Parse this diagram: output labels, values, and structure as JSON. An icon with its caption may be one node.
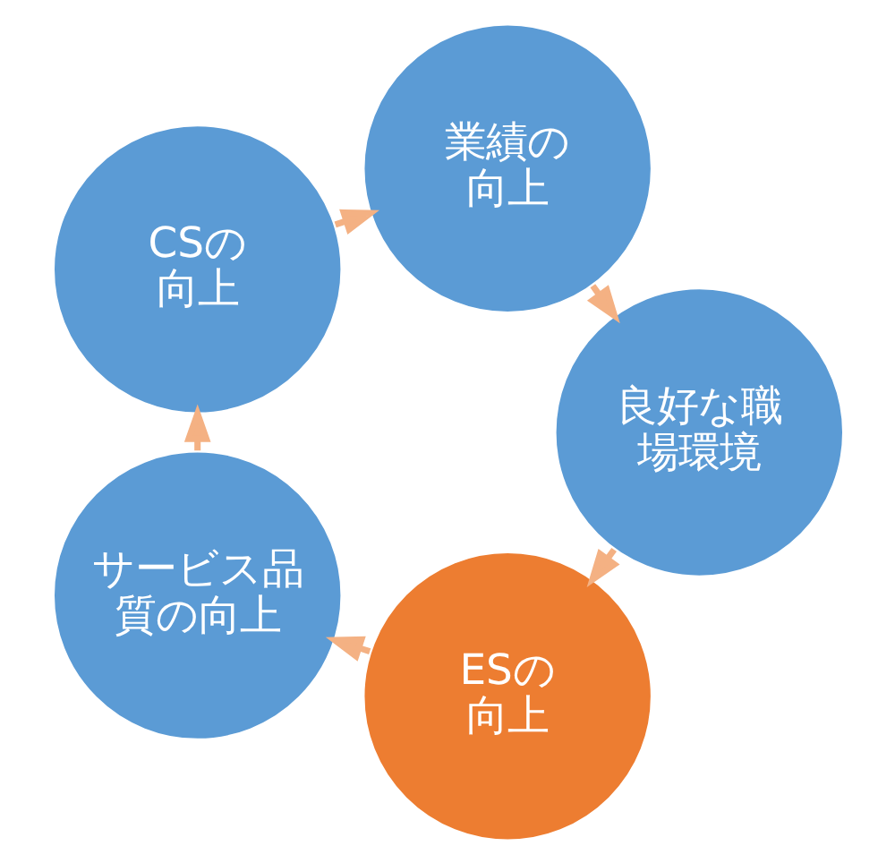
{
  "diagram": {
    "nodes": [
      {
        "text": [
          "ESの向上"
        ]
      },
      {
        "text": [
          "サービス品質の向上"
        ]
      },
      {
        "text": [
          "CSの向上"
        ]
      },
      {
        "text": [
          "業績の向上"
        ]
      },
      {
        "text": [
          "良好な職場環境"
        ]
      }
    ],
    "edges": [
      {
        "from": 0,
        "to": 1,
        "arrow": "to"
      },
      {
        "from": 1,
        "to": 2,
        "arrow": "to"
      },
      {
        "from": 2,
        "to": 3,
        "arrow": "to"
      },
      {
        "from": 3,
        "to": 4,
        "arrow": "to"
      },
      {
        "from": 4,
        "to": 0,
        "arrow": "to"
      }
    ]
  }
}
